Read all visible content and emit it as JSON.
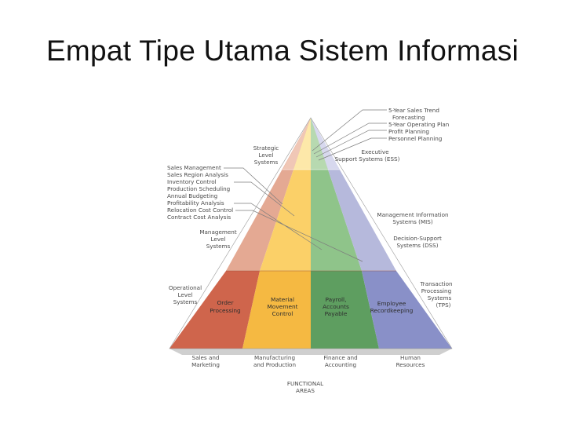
{
  "slide": {
    "title": "Empat Tipe Utama Sistem Informasi"
  },
  "levels": {
    "strategic": [
      "Strategic",
      "Level",
      "Systems"
    ],
    "management": [
      "Management",
      "Level",
      "Systems"
    ],
    "operational": [
      "Operational",
      "Level",
      "Systems"
    ]
  },
  "system_types": {
    "ess": [
      "Executive",
      "Support Systems (ESS)"
    ],
    "mis": [
      "Management Information",
      "Systems (MIS)"
    ],
    "dss": [
      "Decision-Support",
      "Systems (DSS)"
    ],
    "tps": [
      "Transaction",
      "Processing",
      "Systems",
      "(TPS)"
    ]
  },
  "ess_examples": [
    "5-Year Sales Trend",
    "Forecasting",
    "5-Year Operating Plan",
    "Profit Planning",
    "Personnel Planning"
  ],
  "management_examples": [
    "Sales Management",
    "Sales Region Analysis",
    "Inventory Control",
    "Production Scheduling",
    "Annual Budgeting",
    "Profitability Analysis",
    "Relocation Cost Control",
    "Contract Cost Analysis"
  ],
  "operational_cells": {
    "sales": [
      "Order",
      "Processing"
    ],
    "manufacturing": [
      "Material",
      "Movement",
      "Control"
    ],
    "finance": [
      "Payroll,",
      "Accounts",
      "Payable"
    ],
    "hr": [
      "Employee",
      "Recordkeeping"
    ]
  },
  "functional_areas": {
    "title": [
      "FUNCTIONAL",
      "AREAS"
    ],
    "sales": [
      "Sales and",
      "Marketing"
    ],
    "manufacturing": [
      "Manufacturing",
      "and Production"
    ],
    "finance": [
      "Finance and",
      "Accounting"
    ],
    "hr": [
      "Human",
      "Resources"
    ]
  },
  "colors": {
    "sales": "#cf654c",
    "manufacturing": "#f5b942",
    "finance": "#5e9e60",
    "hr": "#8990c8"
  }
}
